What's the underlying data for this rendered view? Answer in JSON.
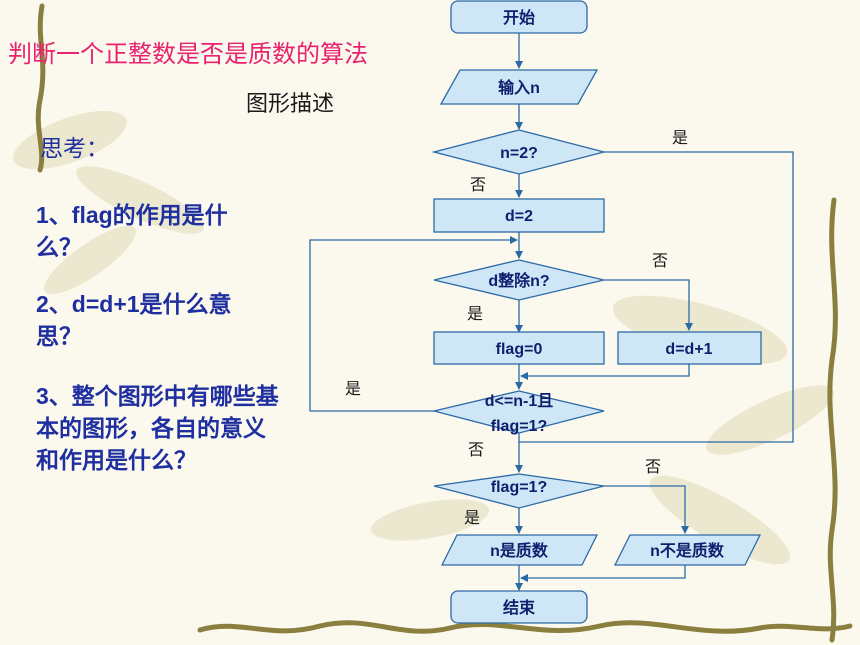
{
  "slide": {
    "title": "判断一个正整数是否是质数的算法",
    "subtitle": "图形描述",
    "think_label": "思考：",
    "questions": [
      "1、flag的作用是什么？",
      "2、d=d+1是什么意思？",
      "3、整个图形中有哪些基本的图形，各自的意义和作用是什么？"
    ]
  },
  "flowchart": {
    "nodes": {
      "start": "开始",
      "input": "输入n",
      "cond_n2": "n=2?",
      "d_init": "d=2",
      "cond_div": "d整除n?",
      "flag0": "flag=0",
      "d_inc": "d=d+1",
      "cond_loop_l1": "d<=n-1且",
      "cond_loop_l2": "flag=1?",
      "cond_flag": "flag=1?",
      "prime": "n是质数",
      "not_prime": "n不是质数",
      "end": "结束"
    },
    "labels": {
      "n2_yes": "是",
      "n2_no": "否",
      "div_no": "否",
      "div_yes": "是",
      "loop_yes": "是",
      "loop_no": "否",
      "flag_no": "否",
      "flag_yes": "是"
    }
  },
  "colors": {
    "box_fill": "#cfe6f7",
    "box_stroke": "#2c6aa6",
    "arrow": "#2c6aa6",
    "title": "#e8226e",
    "question": "#1f2fa0"
  }
}
